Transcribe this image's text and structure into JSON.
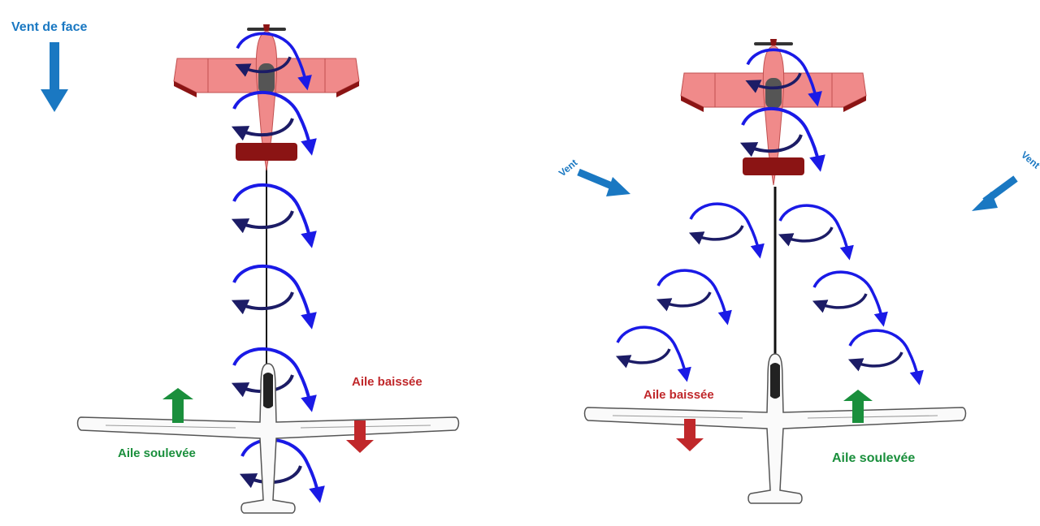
{
  "labels": {
    "headwind": "Vent de face",
    "wind_left": "Vent",
    "wind_right": "Vent",
    "left_raised": "Aile soulevée",
    "left_lowered": "Aile baissée",
    "right_lowered": "Aile baissée",
    "right_raised": "Aile soulevée"
  },
  "colors": {
    "wind": "#1a78c2",
    "vortex": "#1a1ae6",
    "vortex_inner": "#1c1c66",
    "towplane": "#f08a8a",
    "towplane_dark": "#8b1414",
    "raised": "#1a8f3c",
    "lowered": "#c0282b",
    "glider_outline": "#555555"
  }
}
